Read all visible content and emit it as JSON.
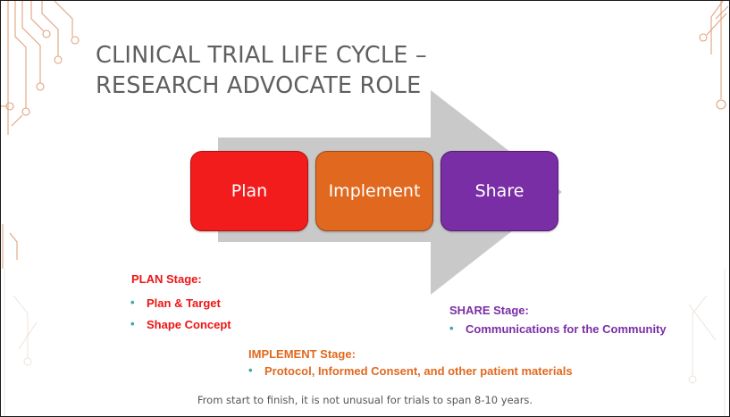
{
  "title": {
    "line1": "CLINICAL TRIAL LIFE CYCLE –",
    "line2": "RESEARCH ADVOCATE ROLE"
  },
  "stages": [
    {
      "label": "Plan",
      "color": "#f31c1c"
    },
    {
      "label": "Implement",
      "color": "#e0691f"
    },
    {
      "label": "Share",
      "color": "#7a2ea6"
    }
  ],
  "arrow_color": "#c9c9c9",
  "plan_section": {
    "heading": "PLAN Stage:",
    "items": [
      "Plan & Target",
      "Shape Concept"
    ]
  },
  "implement_section": {
    "heading": "IMPLEMENT Stage:",
    "items": [
      "Protocol, Informed Consent, and other patient materials"
    ]
  },
  "share_section": {
    "heading": "SHARE Stage:",
    "items": [
      "Communications for the Community"
    ]
  },
  "footer": "From start to finish, it is not unusual for trials to span 8-10 years.",
  "bullet_glyph": "•",
  "decor_icon": "circuit-lines-icon"
}
